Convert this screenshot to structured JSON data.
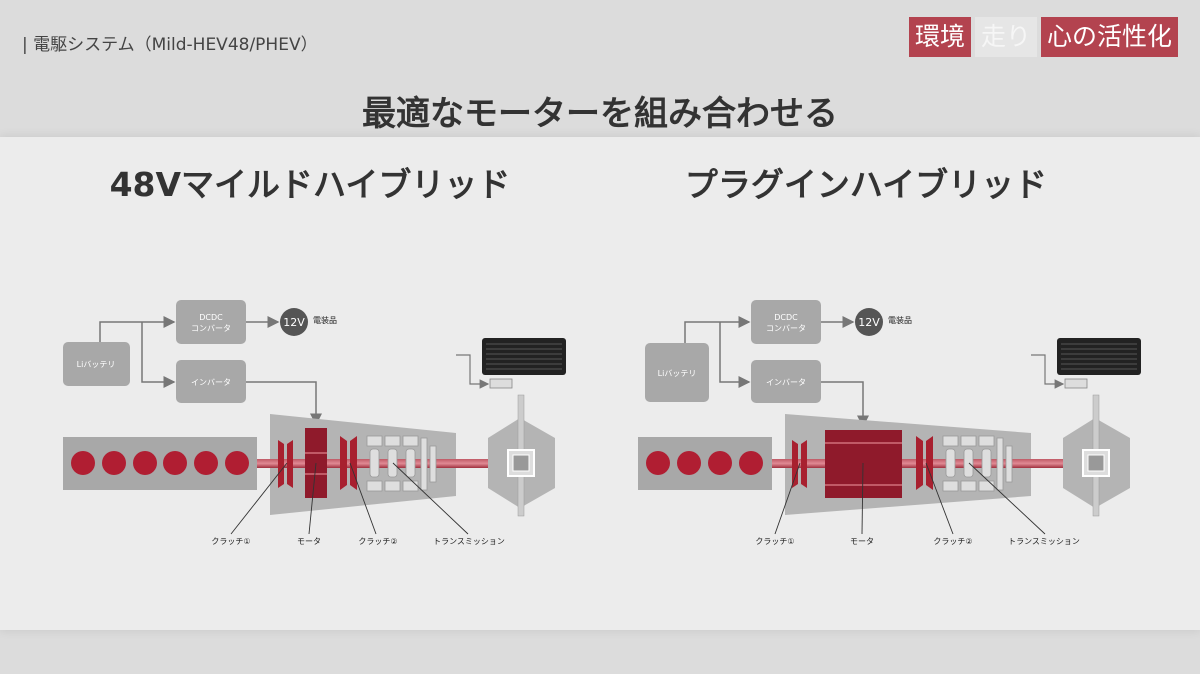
{
  "header": {
    "breadcrumb": "| 電駆システム（Mild-HEV48/PHEV）",
    "tags": [
      "環境",
      "走り",
      "心の活性化"
    ]
  },
  "title": "最適なモーターを組み合わせる",
  "colors": {
    "accent": "#b3434f",
    "dark_red": "#8f1a2b",
    "gray_box": "#a8a8a8"
  },
  "systems": [
    {
      "title": "48Vマイルドハイブリッド",
      "battery": "Liバッテリ",
      "dcdc": [
        "DCDC",
        "コンバータ"
      ],
      "inverter": "インバータ",
      "voltage": "12V",
      "electrical": "電装品",
      "labels": [
        "クラッチ①",
        "モータ",
        "クラッチ②",
        "トランスミッション"
      ]
    },
    {
      "title": "プラグインハイブリッド",
      "battery": "Liバッテリ",
      "dcdc": [
        "DCDC",
        "コンバータ"
      ],
      "inverter": "インバータ",
      "voltage": "12V",
      "electrical": "電装品",
      "labels": [
        "クラッチ①",
        "モータ",
        "クラッチ②",
        "トランスミッション"
      ]
    }
  ]
}
